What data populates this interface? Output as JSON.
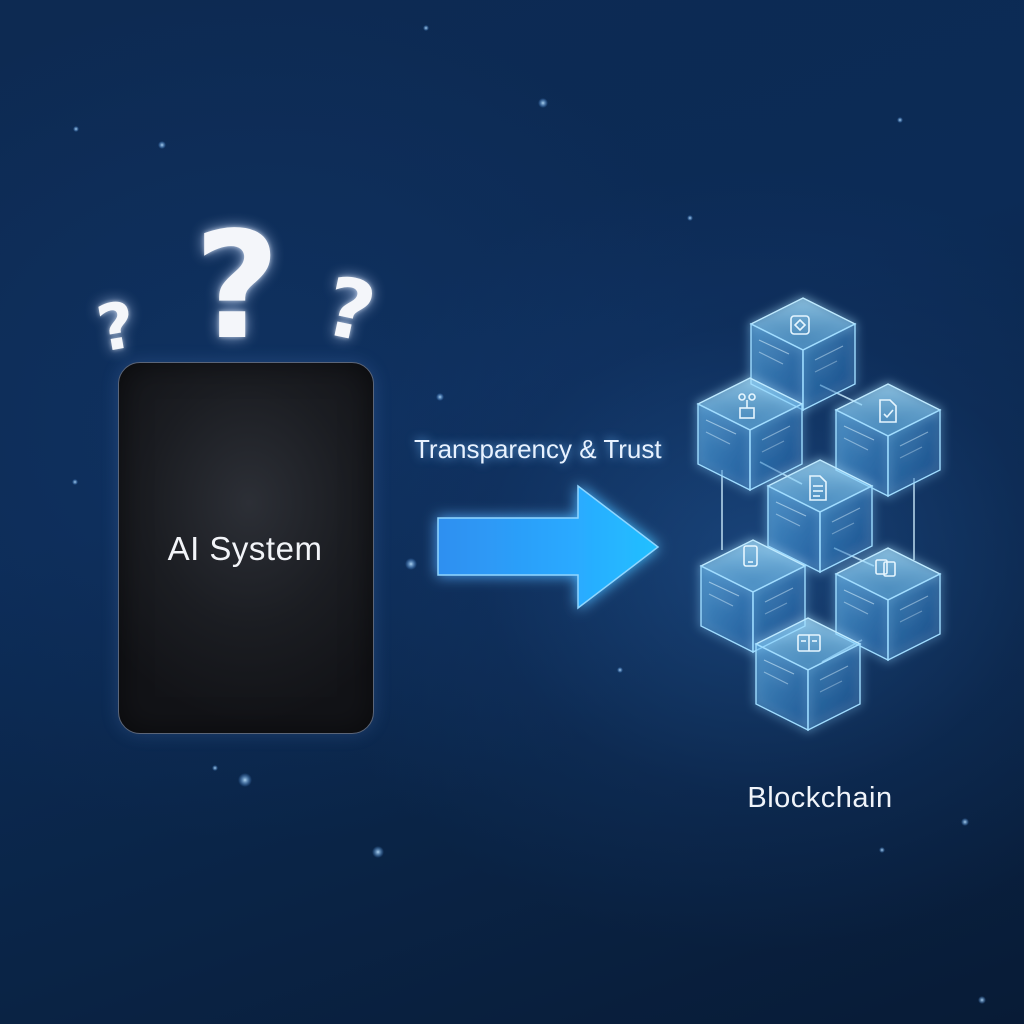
{
  "ai_system": {
    "label": "AI System",
    "question_marks": [
      "?",
      "?",
      "?"
    ]
  },
  "flow": {
    "label": "Transparency & Trust",
    "arrow_color": "#2aa9ff"
  },
  "blockchain": {
    "label": "Blockchain",
    "cube_color": "#7fd0ff",
    "block_icons": [
      "shield-icon",
      "hierarchy-icon",
      "document-check-icon",
      "document-icon",
      "device-icon",
      "copy-icon",
      "ledger-icon"
    ]
  },
  "colors": {
    "background": "#0c2b56",
    "ai_box": "#1b1d22",
    "glow": "#6fc6ff"
  }
}
